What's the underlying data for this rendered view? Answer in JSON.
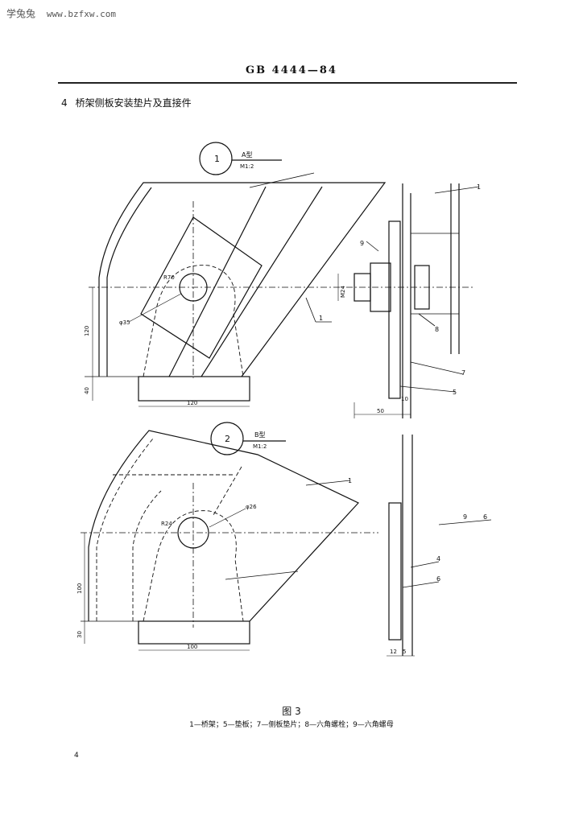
{
  "watermark": {
    "site": "学兔兔",
    "url": "www.bzfxw.com"
  },
  "header": {
    "standard": "GB 4444—84"
  },
  "section": {
    "number": "4",
    "title": "桥架侧板安装垫片及直接件"
  },
  "figure": {
    "caption": "图 3",
    "legend": "1—桥架；5—垫板；7—侧板垫片；8—六角螺栓；9—六角螺母",
    "detail1": {
      "circle_label": "1",
      "type_label": "A型",
      "scale_label": "M1:2",
      "part_labels": [
        "1",
        "1",
        "9",
        "8",
        "7",
        "5"
      ],
      "dims": {
        "hole_dia": "φ35",
        "radius": "R70",
        "thread": "M24",
        "height": "120",
        "base_h": "40",
        "width": "120",
        "side_w": "10",
        "bottom_w": "50"
      }
    },
    "detail2": {
      "circle_label": "2",
      "type_label": "B型",
      "scale_label": "M1:2",
      "part_labels": [
        "1",
        "9",
        "6",
        "4",
        "6"
      ],
      "dims": {
        "hole_dia": "φ26",
        "radius": "R24",
        "height": "100",
        "base_h": "30",
        "width": "100",
        "side_w": "12",
        "side_w2": "5"
      }
    }
  },
  "page_number": "4"
}
